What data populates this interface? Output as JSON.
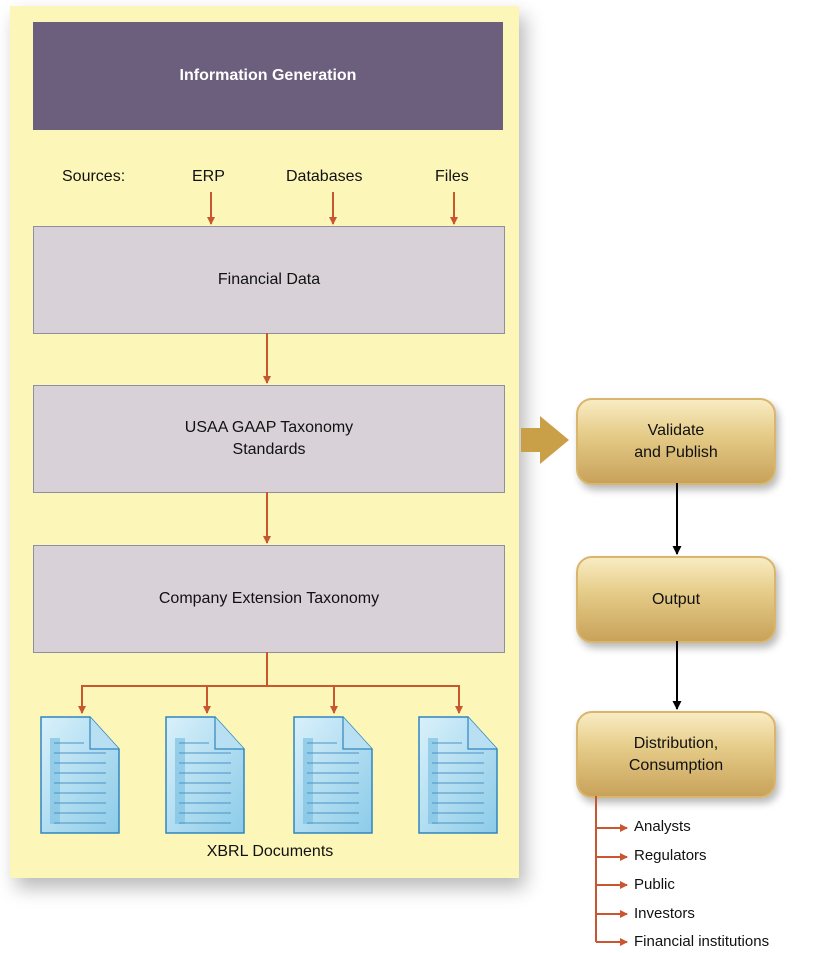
{
  "header": {
    "title": "Information Generation"
  },
  "sources": {
    "label": "Sources:",
    "items": [
      "ERP",
      "Databases",
      "Files"
    ]
  },
  "boxes": {
    "financial_data": "Financial Data",
    "taxonomy_line1": "USAA GAAP Taxonomy",
    "taxonomy_line2": "Standards",
    "extension": "Company Extension Taxonomy"
  },
  "documents": {
    "label": "XBRL Documents"
  },
  "pipeline": {
    "validate_line1": "Validate",
    "validate_line2": "and Publish",
    "output": "Output",
    "distribution_line1": "Distribution,",
    "distribution_line2": "Consumption"
  },
  "consumers": [
    "Analysts",
    "Regulators",
    "Public",
    "Investors",
    "Financial institutions"
  ],
  "colors": {
    "arrow": "#c8562e",
    "header": "#6c5f7e",
    "panel": "#fdf6b9",
    "gold": "#d9b66e"
  }
}
